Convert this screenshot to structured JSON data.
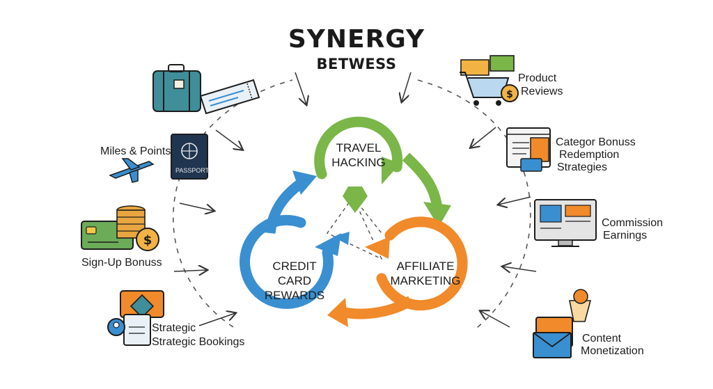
{
  "title": "SYNERGY",
  "subtitle": "BETWESS",
  "nodes": {
    "travel": "TRAVEL HACKING",
    "credit": "CREDIT CARD REWARDS",
    "affiliate": "AFFILIATE MARKETING"
  },
  "left_items": {
    "miles": "Miles & Points",
    "signup": "Sign-Up Bonuss",
    "strategic_1": "Strategic",
    "strategic_2": "Strategic Bookings"
  },
  "right_items": {
    "product_1": "Product",
    "product_2": "Reviews",
    "category_1": "Categor Bonuss",
    "category_2": "Redemption",
    "category_3": "Strategies",
    "commission_1": "Commission",
    "commission_2": "Earnings",
    "content_1": "Content",
    "content_2": "Monetization"
  },
  "icon_text": {
    "passport": "PASSPORT"
  },
  "colors": {
    "green": "#7ab648",
    "blue": "#3a8fd0",
    "orange": "#f08a2a",
    "teal": "#3f8e9a",
    "dark": "#1c1c1c"
  },
  "icons": [
    "luggage-icon",
    "boarding-pass-icon",
    "passport-icon",
    "airplane-icon",
    "credit-card-icon",
    "coin-stack-icon",
    "dollar-coin-icon",
    "hotel-booking-icon",
    "shopping-cart-icon",
    "browser-window-icon",
    "computer-monitor-icon",
    "envelope-icon"
  ]
}
